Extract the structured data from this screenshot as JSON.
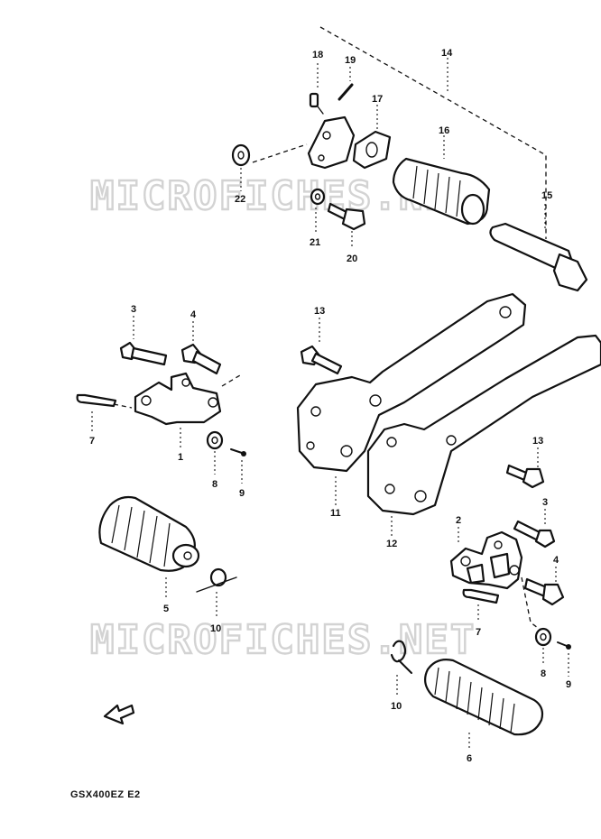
{
  "watermark": "MICROFICHES.NET",
  "model_label": "GSX400EZ E2",
  "callouts": {
    "c1": "1",
    "c2": "2",
    "c3a": "3",
    "c3b": "3",
    "c4a": "4",
    "c4b": "4",
    "c5": "5",
    "c6": "6",
    "c7a": "7",
    "c7b": "7",
    "c8a": "8",
    "c8b": "8",
    "c9a": "9",
    "c9b": "9",
    "c10a": "10",
    "c10b": "10",
    "c11": "11",
    "c12": "12",
    "c13a": "13",
    "c13b": "13",
    "c14": "14",
    "c15": "15",
    "c16": "16",
    "c17": "17",
    "c18": "18",
    "c19": "19",
    "c20": "20",
    "c21": "21",
    "c22": "22"
  },
  "icons": {
    "direction_arrow": "front-arrow-icon"
  }
}
